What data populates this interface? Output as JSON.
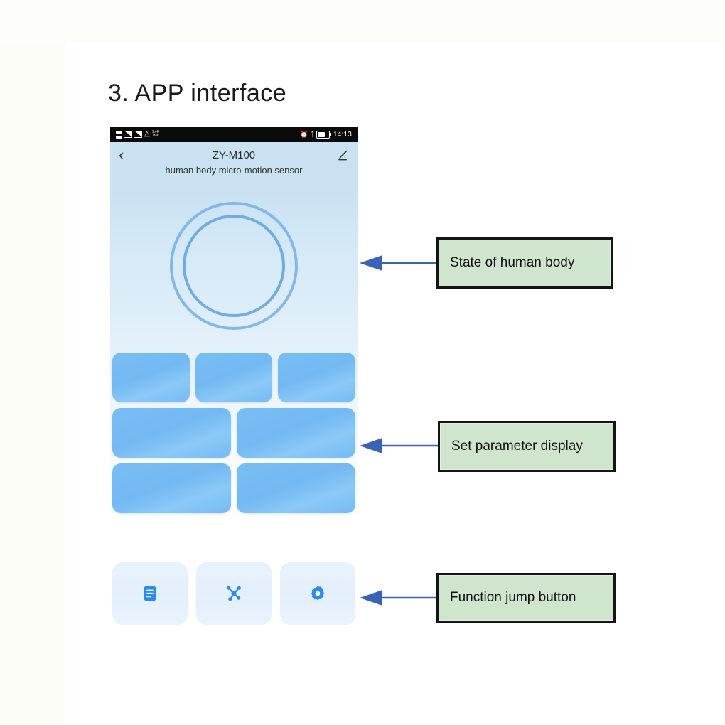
{
  "document": {
    "heading": "3. APP interface"
  },
  "phone": {
    "statusbar": {
      "icons_left": [
        "sim-dual-icon",
        "signal-bars-icon",
        "signal-bars-icon",
        "wifi-icon",
        "data-rate-icon"
      ],
      "data_rate_top": "1.4K",
      "data_rate_bottom": "B/s",
      "icons_right": [
        "alarm-icon",
        "bluetooth-icon",
        "battery-icon"
      ],
      "time": "14:13"
    },
    "header": {
      "back_icon": "chevron-left-icon",
      "title": "ZY-M100",
      "subtitle": "human body micro-motion sensor",
      "edit_icon": "pencil-edit-icon"
    },
    "state_indicator": {
      "name": "human-body-state-ring",
      "outer_ring_color": "#7db5e8",
      "inner_ring_color": "#6aa9e3"
    },
    "parameter_cards": {
      "card_color": "#74b9f2",
      "rows": [
        [
          {
            "label": ""
          },
          {
            "label": ""
          },
          {
            "label": ""
          }
        ],
        [
          {
            "label": ""
          },
          {
            "label": ""
          }
        ],
        [
          {
            "label": ""
          },
          {
            "label": ""
          }
        ]
      ]
    },
    "function_buttons": [
      {
        "icon": "document-list-icon",
        "label": ""
      },
      {
        "icon": "network-nodes-icon",
        "label": ""
      },
      {
        "icon": "gear-settings-icon",
        "label": ""
      }
    ]
  },
  "callouts": [
    {
      "text": "State of human body",
      "arrow": "arrow-left-icon"
    },
    {
      "text": "Set parameter display",
      "arrow": "arrow-left-icon"
    },
    {
      "text": "Function jump button",
      "arrow": "arrow-left-icon"
    }
  ],
  "colors": {
    "callout_fill": "#cfe5cd",
    "callout_border": "#141414",
    "arrow": "#3b63b5",
    "accent_blue": "#2b8cf0",
    "screen_blue": "#c9e2f2"
  }
}
